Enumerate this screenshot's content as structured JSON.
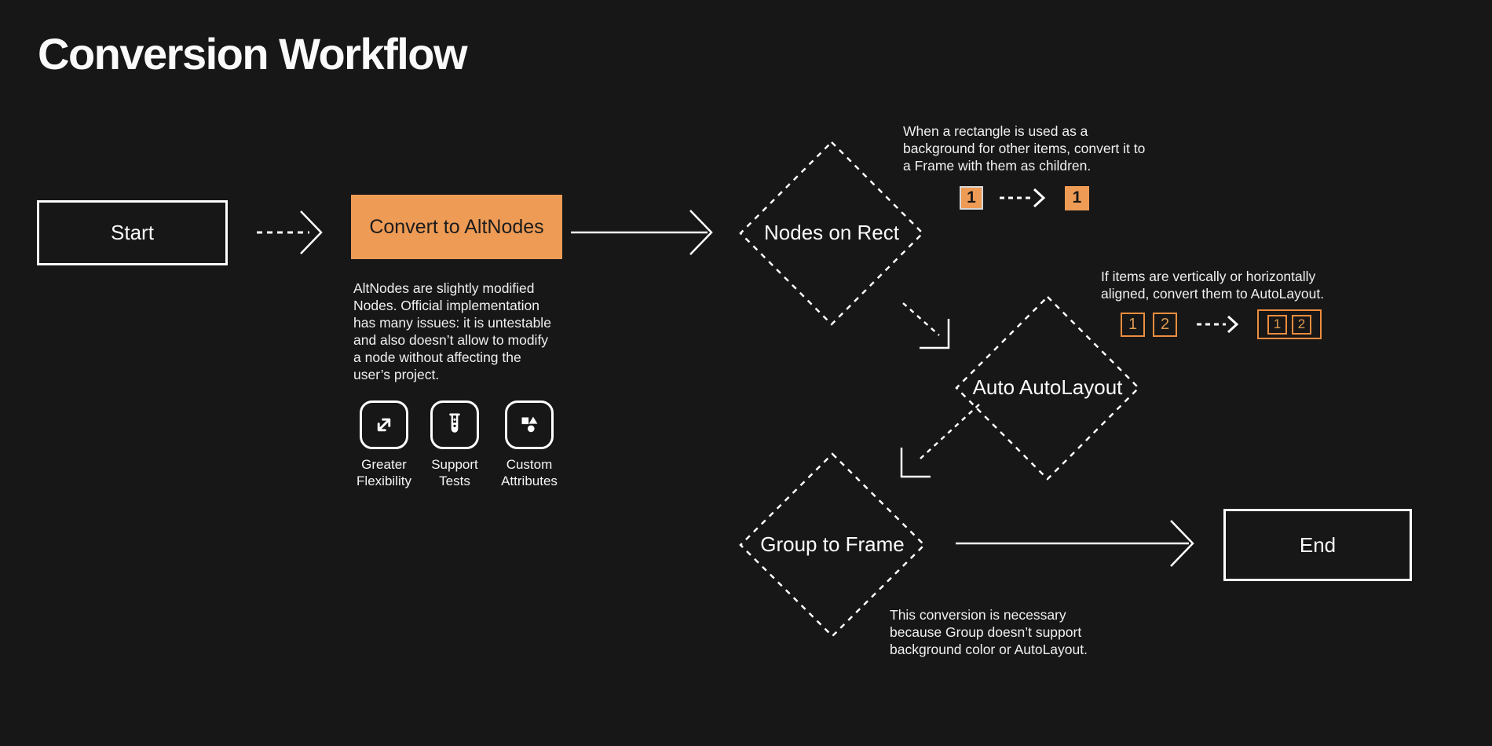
{
  "page": {
    "title": "Conversion Workflow"
  },
  "nodes": {
    "start": {
      "label": "Start",
      "type": "terminator"
    },
    "convert": {
      "label": "Convert to AltNodes",
      "type": "process",
      "description": "AltNodes are slightly modified Nodes. Official implementation has many issues: it is untestable and also doesn’t allow to modify a node without affecting the user’s project."
    },
    "nodes_on_rect": {
      "label": "Nodes on Rect",
      "type": "decision"
    },
    "auto_autolayout": {
      "label": "Auto AutoLayout",
      "type": "decision"
    },
    "group_to_frame": {
      "label": "Group to Frame",
      "type": "decision"
    },
    "end": {
      "label": "End",
      "type": "terminator"
    }
  },
  "features": [
    {
      "icon": "expand-diagonal-icon",
      "label": "Greater Flexibility"
    },
    {
      "icon": "test-tube-icon",
      "label": "Support Tests"
    },
    {
      "icon": "shapes-icon",
      "label": "Custom Attributes"
    }
  ],
  "annotations": {
    "nodes_on_rect": {
      "text": "When a rectangle is used as a background for other items, convert it to a Frame with them as children.",
      "before": [
        "1"
      ],
      "after": [
        "1"
      ]
    },
    "auto_autolayout": {
      "text": "If items are vertically or horizontally aligned, convert them to AutoLayout.",
      "before": [
        "1",
        "2"
      ],
      "after": [
        "1",
        "2"
      ]
    },
    "group_to_frame": {
      "text": "This conversion is necessary because Group doesn’t support background color or AutoLayout."
    }
  },
  "colors": {
    "background": "#171717",
    "accent_orange": "#EE9B55",
    "orange_border": "#ED8D3E",
    "orange_digit": "#DE9B52",
    "line_white": "#FFFFFF",
    "text_light": "#F3F3F3",
    "text_dark": "#1C1C1C"
  }
}
